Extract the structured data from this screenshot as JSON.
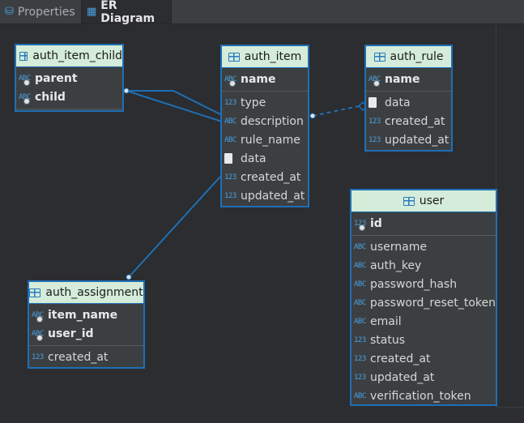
{
  "tabs": [
    {
      "label": "Properties",
      "icon": "database-icon"
    },
    {
      "label": "ER Diagram",
      "icon": "diagram-icon"
    }
  ],
  "colors": {
    "accent": "#1f6fb5",
    "header_bg": "#d4ecd9",
    "canvas": "#2b2d30"
  },
  "entities": {
    "auth_item_child": {
      "title": "auth_item_child",
      "keys": [
        {
          "icon": "ABC",
          "name": "parent"
        },
        {
          "icon": "ABC",
          "name": "child"
        }
      ],
      "columns": []
    },
    "auth_item": {
      "title": "auth_item",
      "keys": [
        {
          "icon": "ABC",
          "name": "name"
        }
      ],
      "columns": [
        {
          "icon": "123",
          "name": "type"
        },
        {
          "icon": "ABC",
          "name": "description"
        },
        {
          "icon": "ABC",
          "name": "rule_name"
        },
        {
          "icon": "doc",
          "name": "data"
        },
        {
          "icon": "123",
          "name": "created_at"
        },
        {
          "icon": "123",
          "name": "updated_at"
        }
      ]
    },
    "auth_rule": {
      "title": "auth_rule",
      "keys": [
        {
          "icon": "ABC",
          "name": "name"
        }
      ],
      "columns": [
        {
          "icon": "doc",
          "name": "data"
        },
        {
          "icon": "123",
          "name": "created_at"
        },
        {
          "icon": "123",
          "name": "updated_at"
        }
      ]
    },
    "auth_assignment": {
      "title": "auth_assignment",
      "keys": [
        {
          "icon": "ABC",
          "name": "item_name"
        },
        {
          "icon": "ABC",
          "name": "user_id"
        }
      ],
      "columns": [
        {
          "icon": "123",
          "name": "created_at"
        }
      ]
    },
    "user": {
      "title": "user",
      "keys": [
        {
          "icon": "123",
          "name": "id"
        }
      ],
      "columns": [
        {
          "icon": "ABC",
          "name": "username"
        },
        {
          "icon": "ABC",
          "name": "auth_key"
        },
        {
          "icon": "ABC",
          "name": "password_hash"
        },
        {
          "icon": "ABC",
          "name": "password_reset_token"
        },
        {
          "icon": "ABC",
          "name": "email"
        },
        {
          "icon": "123",
          "name": "status"
        },
        {
          "icon": "123",
          "name": "created_at"
        },
        {
          "icon": "123",
          "name": "updated_at"
        },
        {
          "icon": "ABC",
          "name": "verification_token"
        }
      ]
    }
  }
}
